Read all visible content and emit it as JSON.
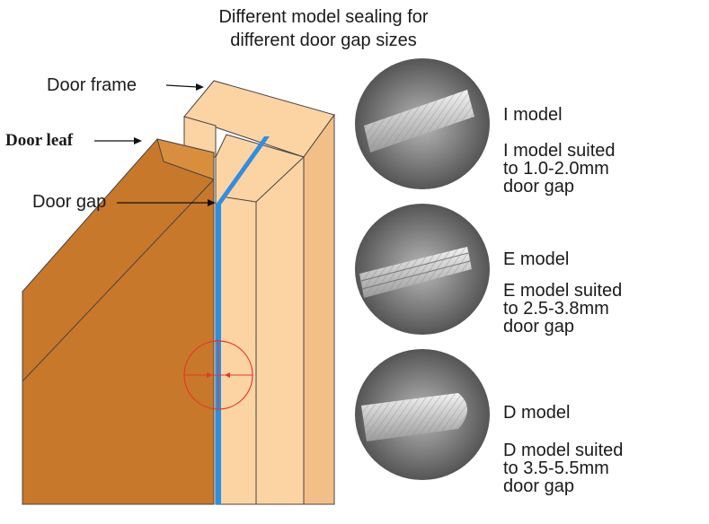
{
  "title": {
    "line1": "Different model  sealing for",
    "line2": "different door gap sizes"
  },
  "labels": {
    "door_frame": "Door frame",
    "door_leaf": "Door leaf",
    "door_gap": "Door gap"
  },
  "models": [
    {
      "name": "I model",
      "desc1": "I model suited",
      "desc2": "to 1.0-2.0mm",
      "desc3": "door gap"
    },
    {
      "name": "E model",
      "desc1": "E model suited",
      "desc2": "to 2.5-3.8mm",
      "desc3": "door gap"
    },
    {
      "name": "D model",
      "desc1": "D model suited",
      "desc2": "to 3.5-5.5mm",
      "desc3": "door gap"
    }
  ],
  "colors": {
    "door_leaf": "#c8782a",
    "door_frame": "#fcd4a4",
    "gap_seal": "#2f8ee0",
    "marker_circle": "#e03a2a"
  }
}
